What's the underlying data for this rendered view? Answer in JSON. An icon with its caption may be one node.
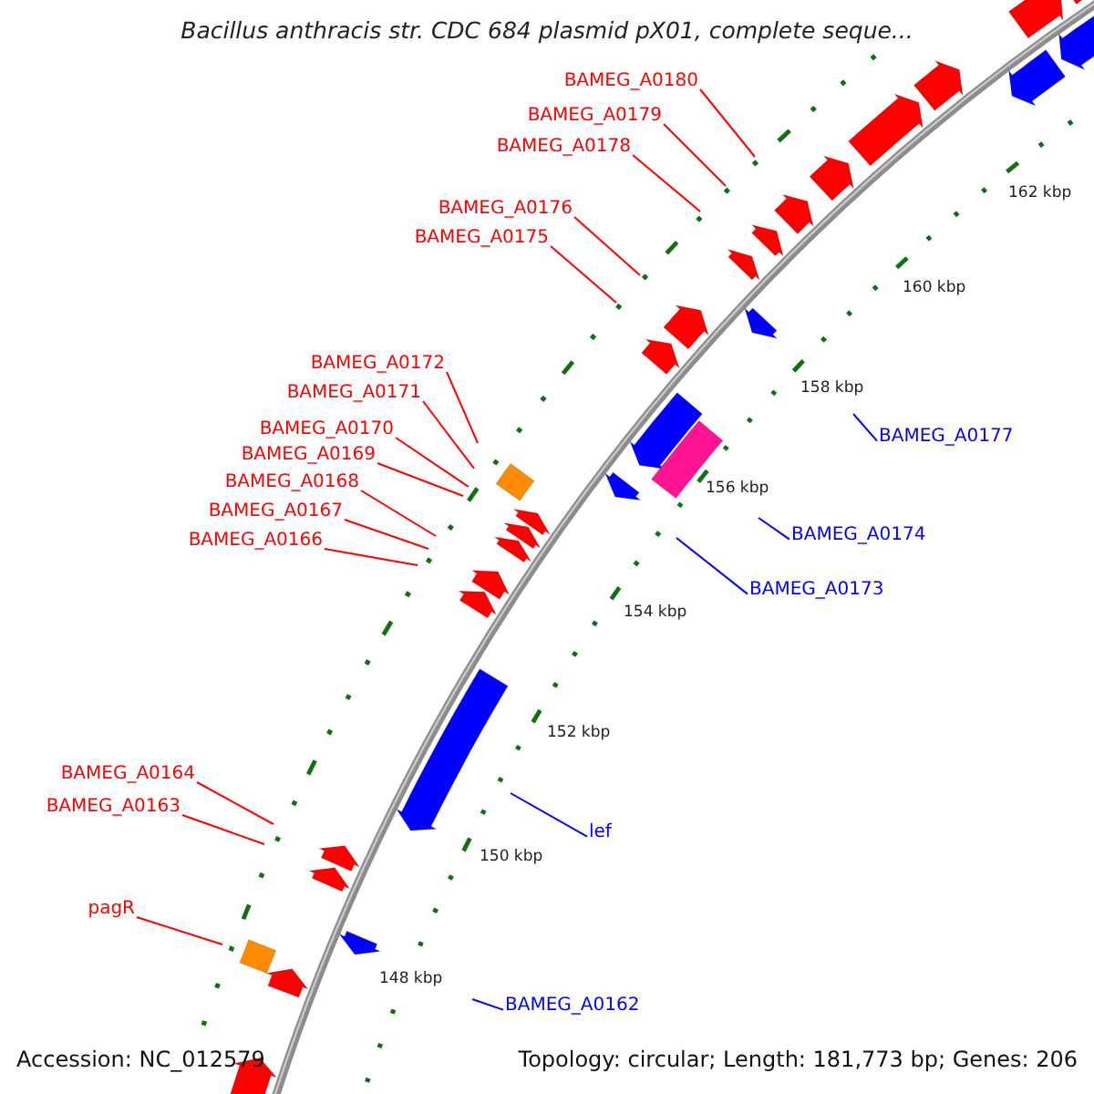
{
  "diagram": {
    "title": "Bacillus anthracis str. CDC 684 plasmid pX01, complete seque...",
    "nodes": [
      {
        "text": [
          "BAMEG_A0180"
        ]
      },
      {
        "text": [
          "BAMEG_A0179"
        ]
      },
      {
        "text": [
          "BAMEG_A0178"
        ]
      },
      {
        "text": [
          "BAMEG_A0176"
        ]
      },
      {
        "text": [
          "BAMEG_A0175"
        ]
      },
      {
        "text": [
          "BAMEG_A0172"
        ]
      },
      {
        "text": [
          "BAMEG_A0171"
        ]
      },
      {
        "text": [
          "BAMEG_A0170"
        ]
      },
      {
        "text": [
          "BAMEG_A0177"
        ]
      },
      {
        "text": [
          "BAMEG_A0169"
        ]
      },
      {
        "text": [
          "BAMEG_A0168"
        ]
      },
      {
        "text": [
          "BAMEG_A0167"
        ]
      },
      {
        "text": [
          "BAMEG_A0174"
        ]
      },
      {
        "text": [
          "BAMEG_A0166"
        ]
      },
      {
        "text": [
          "BAMEG_A0173"
        ]
      },
      {
        "text": [
          "BAMEG_A0164"
        ]
      },
      {
        "text": [
          "BAMEG_A0163"
        ]
      },
      {
        "text": [
          "lef"
        ]
      },
      {
        "text": [
          "pagR"
        ]
      },
      {
        "text": [
          "BAMEG_A0162"
        ]
      }
    ],
    "edges": [
      {
        "from": 0,
        "to": null,
        "arrow": "none"
      },
      {
        "from": 1,
        "to": null,
        "arrow": "none"
      },
      {
        "from": 2,
        "to": null,
        "arrow": "none"
      },
      {
        "from": 3,
        "to": null,
        "arrow": "none"
      },
      {
        "from": 4,
        "to": null,
        "arrow": "none"
      },
      {
        "from": 5,
        "to": null,
        "arrow": "none"
      },
      {
        "from": 6,
        "to": null,
        "arrow": "none"
      },
      {
        "from": 7,
        "to": null,
        "arrow": "none"
      },
      {
        "from": 8,
        "to": null,
        "arrow": "none",
        "color": "#0000ff"
      },
      {
        "from": 9,
        "to": null,
        "arrow": "none"
      },
      {
        "from": 10,
        "to": null,
        "arrow": "none"
      },
      {
        "from": 11,
        "to": null,
        "arrow": "none"
      },
      {
        "from": 12,
        "to": null,
        "arrow": "none",
        "color": "#0000ff"
      },
      {
        "from": 13,
        "to": null,
        "arrow": "none"
      },
      {
        "from": 14,
        "to": null,
        "arrow": "none",
        "color": "#0000ff"
      },
      {
        "from": 15,
        "to": null,
        "arrow": "none"
      },
      {
        "from": 16,
        "to": null,
        "arrow": "none"
      },
      {
        "from": 17,
        "to": null,
        "arrow": "none",
        "color": "#0000ff"
      },
      {
        "from": 18,
        "to": null,
        "arrow": "none"
      },
      {
        "from": 19,
        "to": null,
        "arrow": "none",
        "color": "#0000ff"
      }
    ],
    "labels": [
      "162 kbp",
      "160 kbp",
      "158 kbp",
      "156 kbp",
      "154 kbp",
      "152 kbp",
      "150 kbp",
      "148 kbp",
      "Accession: NC_012579",
      "Topology: circular; Length: 181,773 bp; Genes: 206"
    ]
  }
}
